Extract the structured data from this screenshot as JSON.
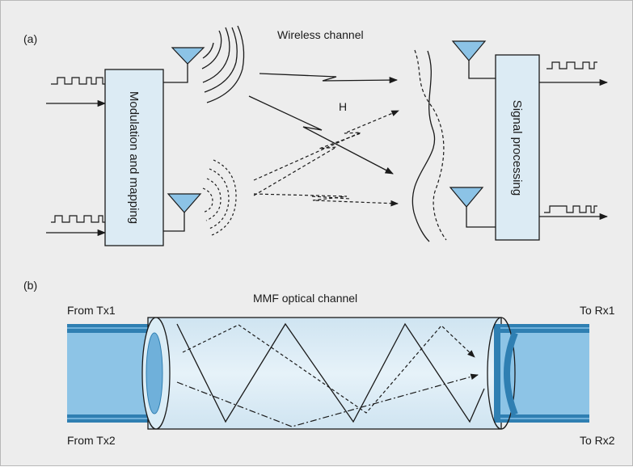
{
  "panel_a": {
    "label": "(a)",
    "title": "Wireless channel",
    "channel_label": "H",
    "tx_block": "Modulation and mapping",
    "rx_block": "Signal processing"
  },
  "panel_b": {
    "label": "(b)",
    "title": "MMF optical channel",
    "from_tx1": "From Tx1",
    "from_tx2": "From Tx2",
    "to_rx1": "To Rx1",
    "to_rx2": "To Rx2"
  },
  "colors": {
    "background": "#ededed",
    "block_fill": "#dcebf4",
    "antenna_fill": "#8cc3e6",
    "fiber_outer": "#2f7fb2",
    "fiber_core": "#8dc4e6",
    "cable_fill": "#dbedf6"
  }
}
